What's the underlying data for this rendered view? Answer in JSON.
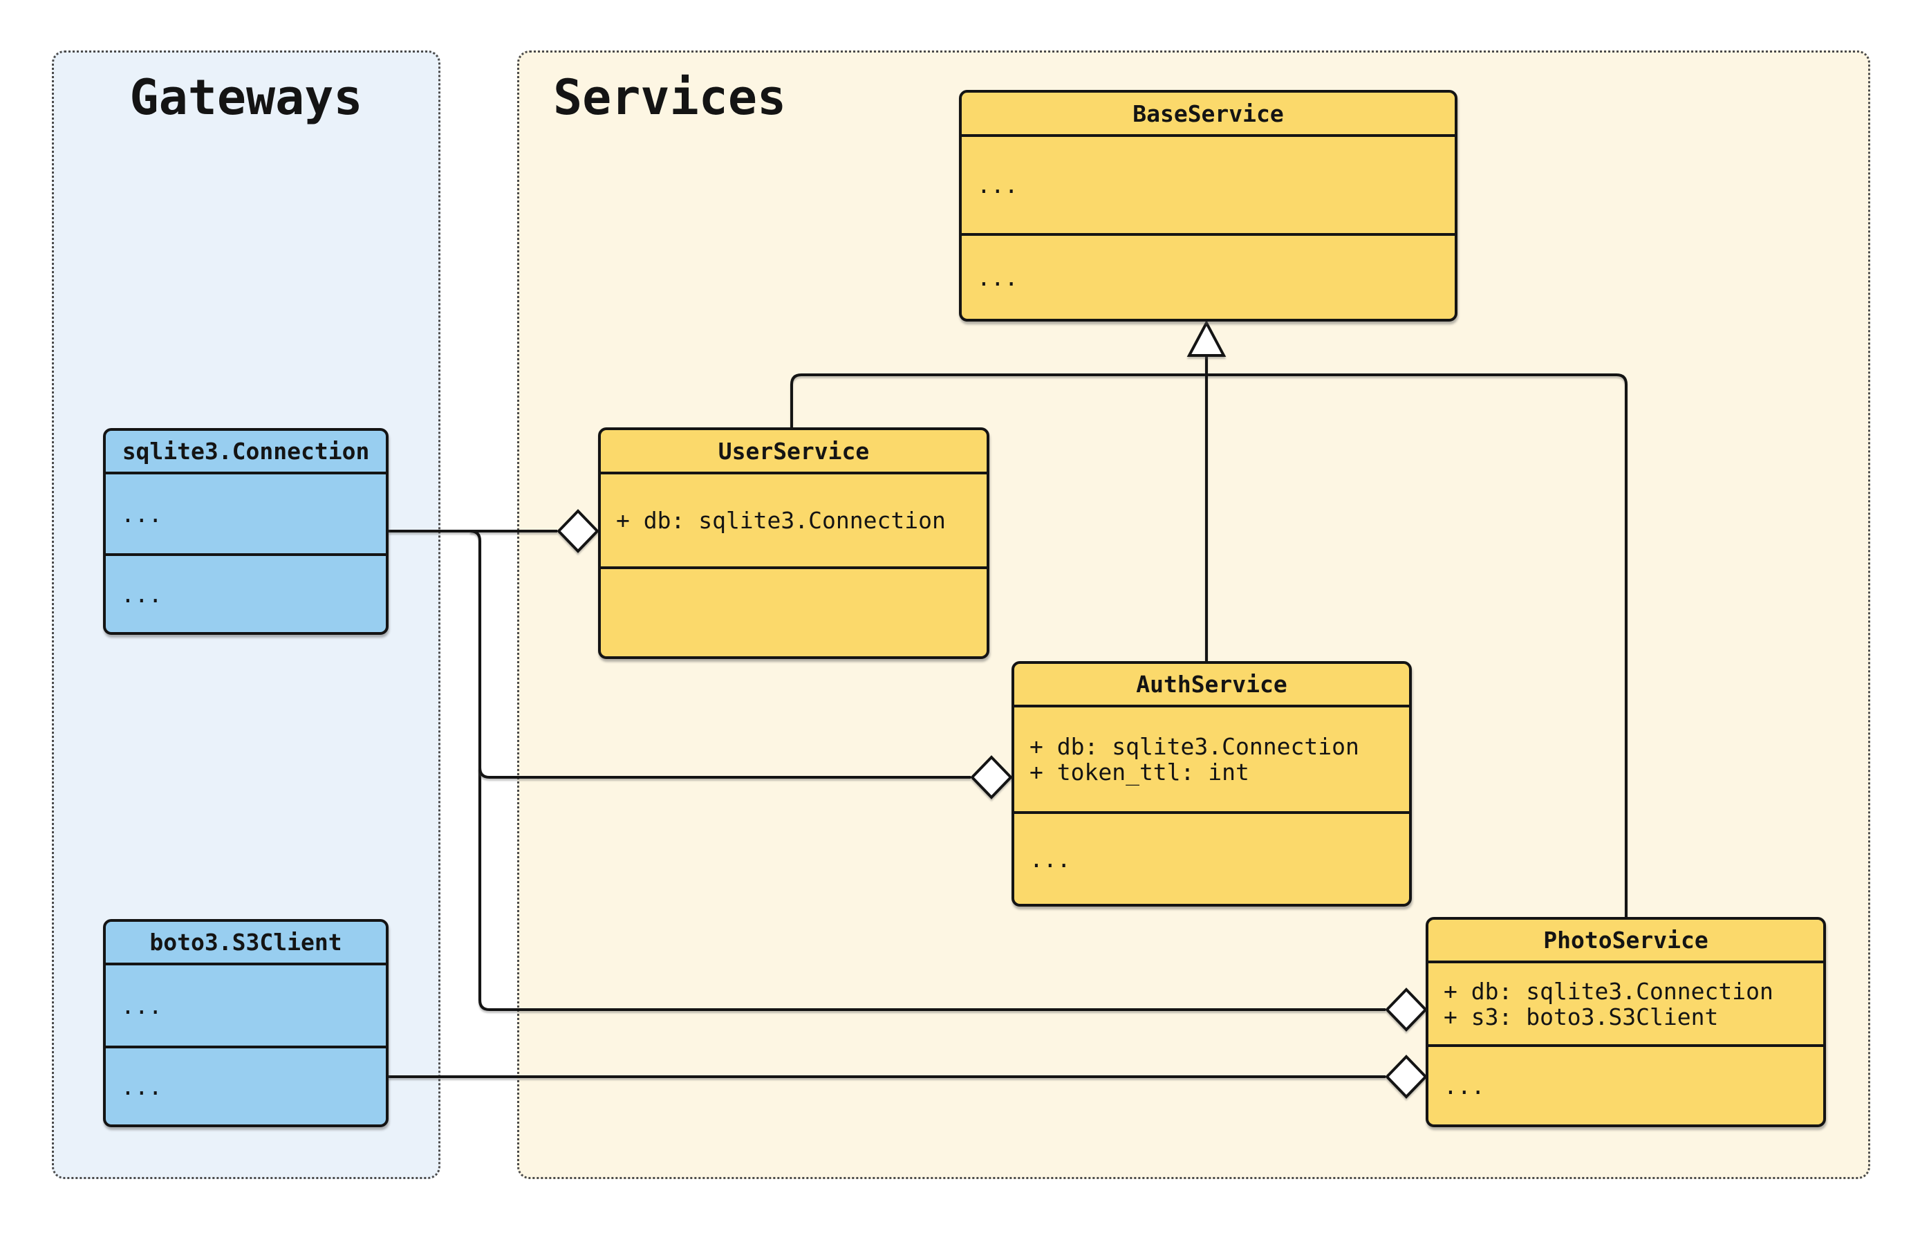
{
  "diagram": {
    "gateways_group": {
      "title": "Gateways"
    },
    "services_group": {
      "title": "Services"
    },
    "classes": {
      "base": {
        "title": "BaseService",
        "c1": [
          "..."
        ],
        "c2": [
          "..."
        ]
      },
      "user": {
        "title": "UserService",
        "c1": [
          "+ db: sqlite3.Connection"
        ],
        "c2": []
      },
      "auth": {
        "title": "AuthService",
        "c1": [
          "+ db: sqlite3.Connection",
          "+ token_ttl: int"
        ],
        "c2": [
          "..."
        ]
      },
      "photo": {
        "title": "PhotoService",
        "c1": [
          "+ db: sqlite3.Connection",
          "+ s3: boto3.S3Client"
        ],
        "c2": [
          "..."
        ]
      },
      "sqlite": {
        "title": "sqlite3.Connection",
        "c1": [
          "..."
        ],
        "c2": [
          "..."
        ]
      },
      "boto": {
        "title": "boto3.S3Client",
        "c1": [
          "..."
        ],
        "c2": [
          "..."
        ]
      }
    },
    "relations": [
      {
        "from": "UserService",
        "to": "BaseService",
        "type": "inheritance"
      },
      {
        "from": "AuthService",
        "to": "BaseService",
        "type": "inheritance"
      },
      {
        "from": "PhotoService",
        "to": "BaseService",
        "type": "inheritance"
      },
      {
        "from": "sqlite3.Connection",
        "to": "UserService",
        "type": "aggregation"
      },
      {
        "from": "sqlite3.Connection",
        "to": "AuthService",
        "type": "aggregation"
      },
      {
        "from": "sqlite3.Connection",
        "to": "PhotoService",
        "type": "aggregation"
      },
      {
        "from": "boto3.S3Client",
        "to": "PhotoService",
        "type": "aggregation"
      }
    ],
    "colors": {
      "service_fill": "#FBD96B",
      "gateway_fill": "#98CEF0",
      "services_bg": "#FDF6E3",
      "gateways_bg": "#EAF2FA",
      "stroke": "#141414"
    }
  }
}
